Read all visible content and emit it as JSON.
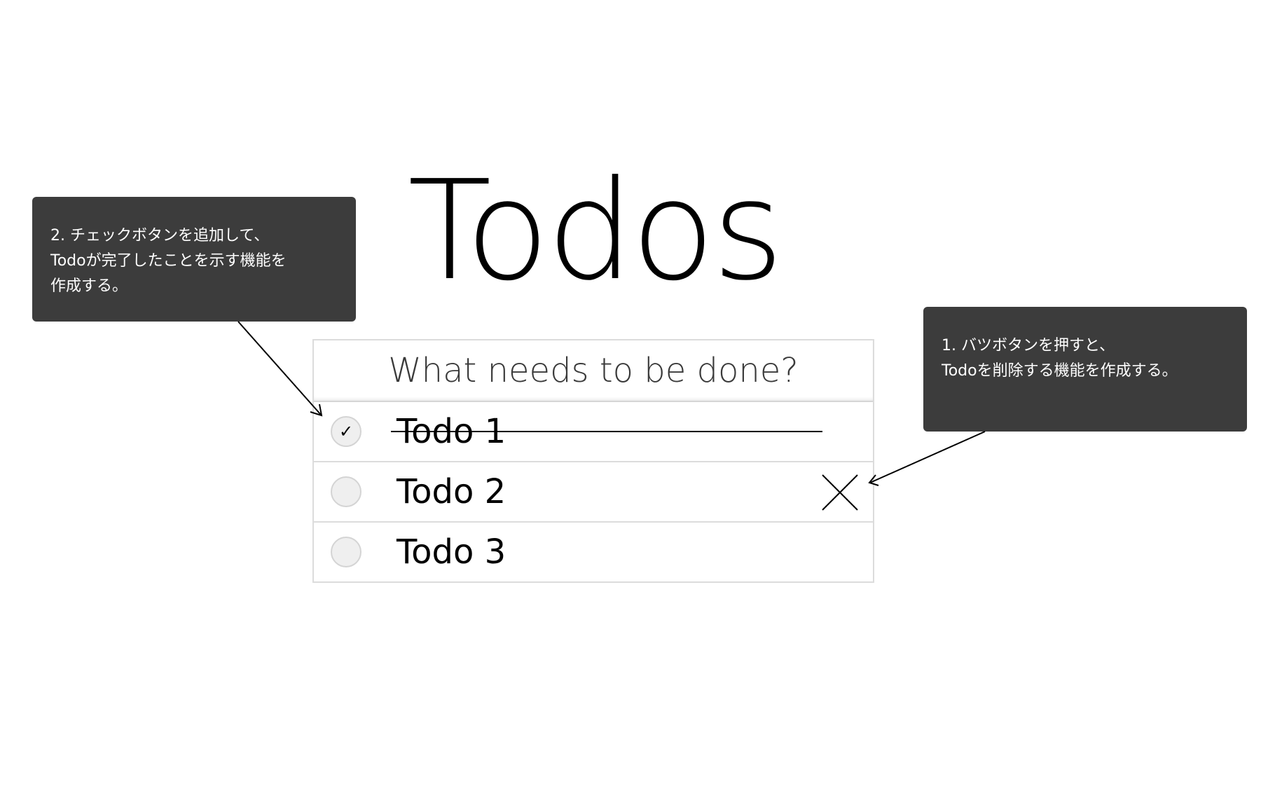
{
  "header": {
    "title": "Todos"
  },
  "new_todo": {
    "placeholder": "What needs to be done?"
  },
  "todos": [
    {
      "label": "Todo 1",
      "completed": true
    },
    {
      "label": "Todo 2",
      "completed": false
    },
    {
      "label": "Todo 3",
      "completed": false
    }
  ],
  "icons": {
    "check": "check-icon",
    "delete": "close-icon"
  },
  "annotations": {
    "left": {
      "lines": [
        "2. チェックボタンを追加して、",
        "Todoが完了したことを示す機能を",
        "作成する。"
      ]
    },
    "right": {
      "lines": [
        "1. バツボタンを押すと、",
        "Todoを削除する機能を作成する。"
      ]
    }
  },
  "colors": {
    "callout_bg": "#3c3c3c",
    "border": "#dcdcdc",
    "toggle_bg": "#efefef"
  }
}
